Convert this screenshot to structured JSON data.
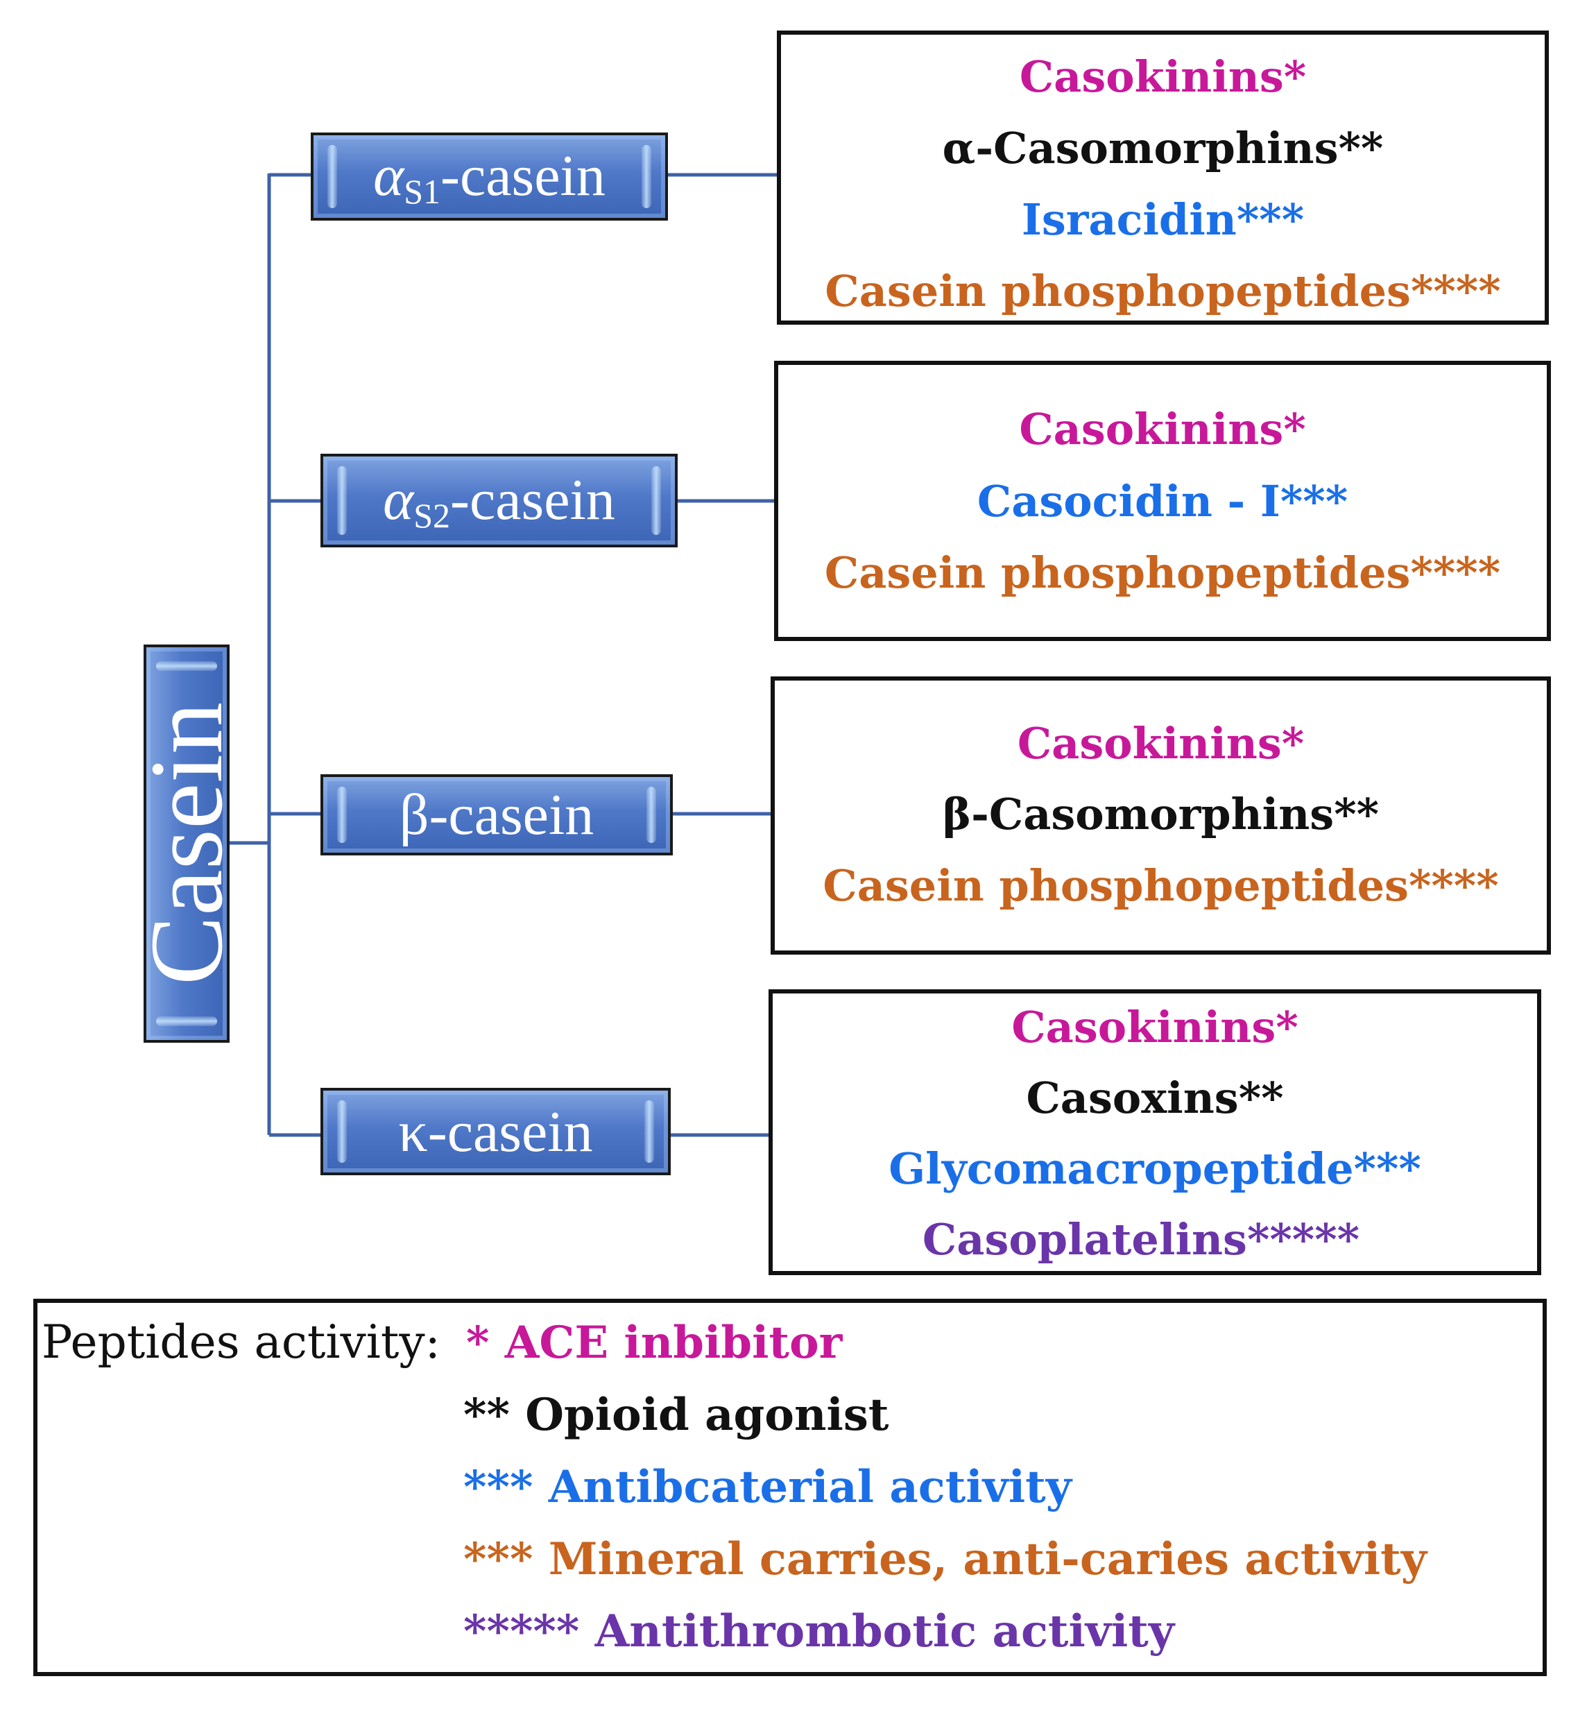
{
  "colors": {
    "ace": "#c8189a",
    "opioid": "#111111",
    "antibacterial": "#1a6fe8",
    "mineral": "#c8641e",
    "antithrombotic": "#6a35a8",
    "connector": "#3e62a8"
  },
  "root": {
    "label": "Casein"
  },
  "fractions": [
    {
      "label_main": "α",
      "label_sub": "S1",
      "label_suffix": "-casein"
    },
    {
      "label_main": "α",
      "label_sub": "S2",
      "label_suffix": "-casein"
    },
    {
      "label_main": "",
      "label_sub": "",
      "label_suffix": "β-casein"
    },
    {
      "label_main": "",
      "label_sub": "",
      "label_suffix": "κ-casein"
    }
  ],
  "peptide_boxes": [
    {
      "items": [
        {
          "text": "Casokinins*",
          "color": "#c8189a"
        },
        {
          "text": "α-Casomorphins**",
          "color": "#111111"
        },
        {
          "text": "Isracidin***",
          "color": "#1a6fe8"
        },
        {
          "text": "Casein phosphopeptides****",
          "color": "#c8641e"
        }
      ]
    },
    {
      "items": [
        {
          "text": "Casokinins*",
          "color": "#c8189a"
        },
        {
          "text": "Casocidin - I***",
          "color": "#1a6fe8"
        },
        {
          "text": "Casein phosphopeptides****",
          "color": "#c8641e"
        }
      ]
    },
    {
      "items": [
        {
          "text": "Casokinins*",
          "color": "#c8189a"
        },
        {
          "text": "β-Casomorphins**",
          "color": "#111111"
        },
        {
          "text": "Casein phosphopeptides****",
          "color": "#c8641e"
        }
      ]
    },
    {
      "items": [
        {
          "text": "Casokinins*",
          "color": "#c8189a"
        },
        {
          "text": "Casoxins**",
          "color": "#111111"
        },
        {
          "text": "Glycomacropeptide***",
          "color": "#1a6fe8"
        },
        {
          "text": "Casoplatelins*****",
          "color": "#6a35a8"
        }
      ]
    }
  ],
  "legend": {
    "title": "Peptides activity:",
    "items": [
      {
        "text": "* ACE inbibitor",
        "color": "#c8189a"
      },
      {
        "text": "** Opioid agonist",
        "color": "#111111"
      },
      {
        "text": "*** Antibcaterial activity",
        "color": "#1a6fe8"
      },
      {
        "text": "*** Mineral carries, anti-caries activity",
        "color": "#c8641e"
      },
      {
        "text": "***** Antithrombotic activity",
        "color": "#6a35a8"
      }
    ]
  }
}
